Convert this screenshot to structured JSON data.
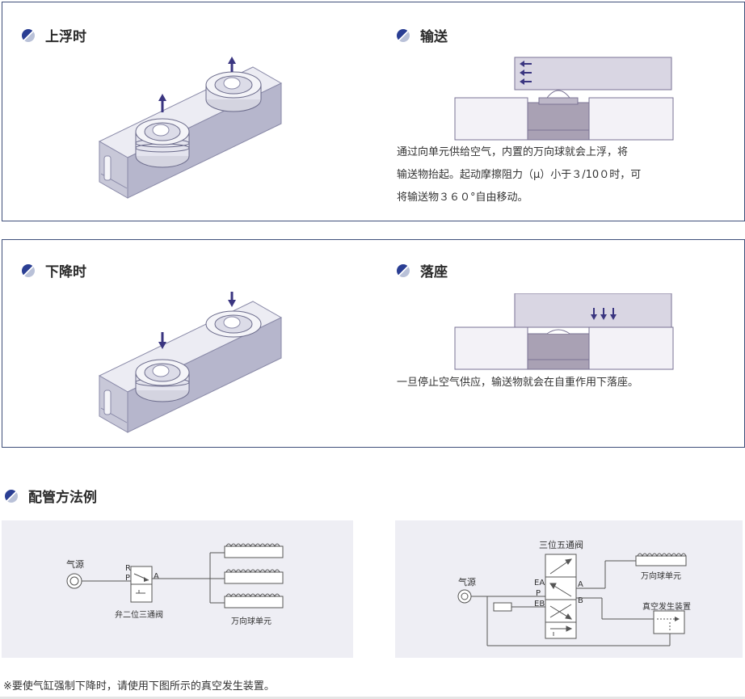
{
  "sections": {
    "float": {
      "title": "上浮时"
    },
    "convey": {
      "title": "输送",
      "lines": [
        "通过向单元供给空气，内置的万向球就会上浮，将",
        "输送物抬起。起动摩擦阻力（μ）小于３/10０时，可",
        "将输送物３６０°自由移动。"
      ]
    },
    "lower": {
      "title": "下降时"
    },
    "seat": {
      "title": "落座",
      "lines": [
        "一旦停止空气供应，输送物就会在自重作用下落座。"
      ]
    },
    "piping": {
      "title": "配管方法例"
    }
  },
  "diagram_left": {
    "source_label": "气源",
    "port_r": "R",
    "port_p": "P",
    "port_a": "A",
    "valve_label": "弁二位三通阀",
    "unit_label": "万向球单元"
  },
  "diagram_right": {
    "valve_title": "三位五通阀",
    "source_label": "气源",
    "port_ea": "EA",
    "port_p": "P",
    "port_eb": "EB",
    "port_a": "A",
    "port_b": "B",
    "unit_label": "万向球单元",
    "vacuum_label": "真空发生装置"
  },
  "footnote": "※要使气缸强制下降时，请使用下图所示的真空发生装置。",
  "colors": {
    "border": "#3f4f7a",
    "accent": "#2a3e93",
    "arrow": "#3a3580",
    "illus_face": "#e8e8f0",
    "illus_side": "#b6b6cc",
    "block_dark": "#a9a1b4",
    "diagram_bg": "#eeeef4"
  }
}
